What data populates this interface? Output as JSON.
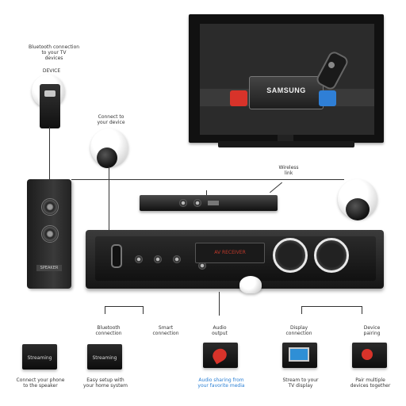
{
  "callouts": {
    "top_left": [
      "Bluetooth connection",
      "to your TV",
      "devices"
    ],
    "top_left_device": "DEVICE",
    "mid_left": [
      "Connect to",
      "your device"
    ],
    "right": [
      "Wireless",
      "link"
    ]
  },
  "tv": {
    "brand_panel": "SAMSUNG"
  },
  "speaker": {
    "badge": "SPEAKER"
  },
  "receiver": {
    "display": "AV RECEIVER"
  },
  "bottom": [
    {
      "caption": [
        "Bluetooth",
        "connection"
      ],
      "card_label": "Streaming",
      "desc": [
        "Connect your phone",
        "to the speaker"
      ]
    },
    {
      "caption": [
        "Smart",
        "connection"
      ],
      "card_label": "Streaming",
      "desc": [
        "Easy setup with",
        "your home system"
      ]
    },
    {
      "caption": [
        "Audio",
        "output"
      ],
      "card_label": "",
      "desc": [
        "Audio sharing from",
        "your favorite media"
      ]
    },
    {
      "caption": [
        "Display",
        "connection"
      ],
      "card_label": "",
      "desc": [
        "Stream to your",
        "TV display"
      ]
    },
    {
      "caption": [
        "Device",
        "pairing"
      ],
      "card_label": "",
      "desc": [
        "Pair multiple",
        "devices together"
      ]
    }
  ],
  "colors": {
    "accent_red": "#d8332a",
    "accent_blue": "#2f7fd6"
  }
}
